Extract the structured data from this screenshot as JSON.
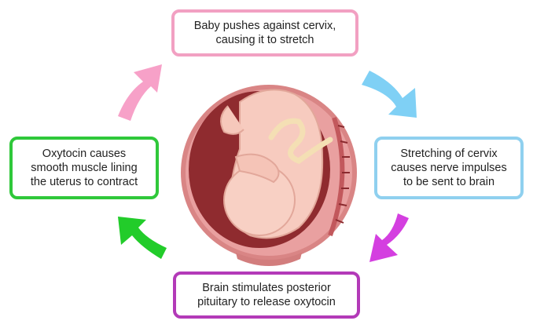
{
  "steps": [
    {
      "id": "top",
      "text": "Baby pushes against cervix,\ncausing it to stretch",
      "color": "#f2a0c2"
    },
    {
      "id": "right",
      "text": "Stretching of cervix\ncauses nerve impulses\nto be sent to brain",
      "color": "#8fd0ef"
    },
    {
      "id": "bottom",
      "text": "Brain stimulates posterior\npituitary to release oxytocin",
      "color": "#b33ab8"
    },
    {
      "id": "left",
      "text": "Oxytocin causes\nsmooth muscle lining\nthe uterus to contract",
      "color": "#2fc83a"
    }
  ],
  "arrows": [
    {
      "name": "arrow-top-to-right",
      "color": "#7fd0f5"
    },
    {
      "name": "arrow-right-to-bottom",
      "color": "#d43fe0"
    },
    {
      "name": "arrow-bottom-to-left",
      "color": "#22cc2a"
    },
    {
      "name": "arrow-left-to-top",
      "color": "#f7a1c8"
    }
  ]
}
